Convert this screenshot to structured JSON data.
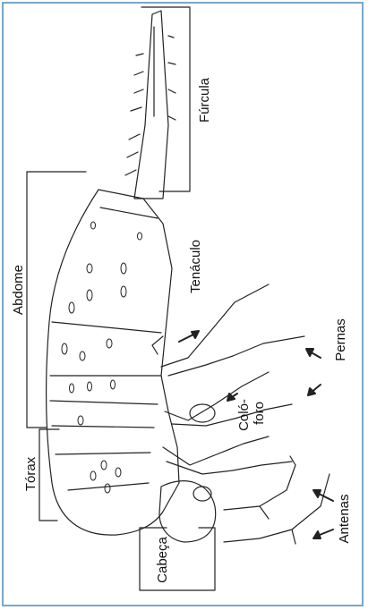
{
  "labels": {
    "furcula": "Fúrcula",
    "tenaculo": "Tenáculo",
    "abdome": "Abdome",
    "pernas": "Pernas",
    "coloforo_line1": "Coló-",
    "coloforo_line2": "foro",
    "torax": "Tórax",
    "antenas": "Antenas",
    "cabeca": "Cabeça"
  },
  "colors": {
    "frame": "#79a7c9",
    "line": "#222222",
    "label": "#111111"
  }
}
